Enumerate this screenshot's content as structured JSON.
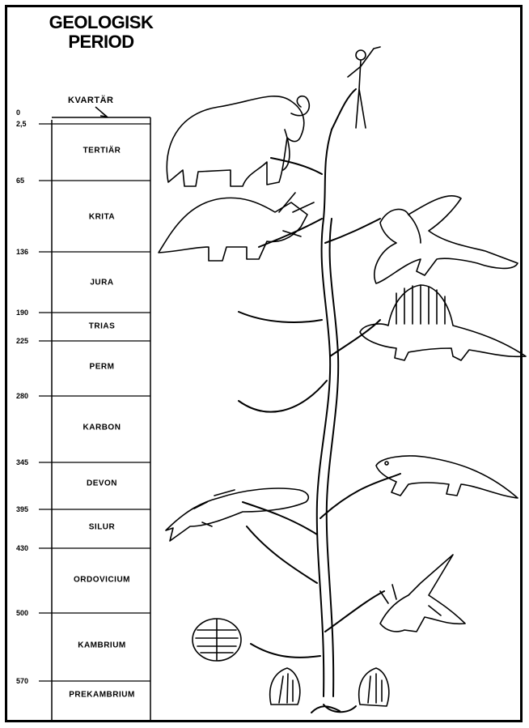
{
  "title": {
    "line1": "GEOLOGISK",
    "line2": "PERIOD"
  },
  "kvartar": "KVARTÄR",
  "ticks": [
    "0",
    "2,5",
    "65",
    "136",
    "190",
    "225",
    "280",
    "345",
    "395",
    "430",
    "500",
    "570"
  ],
  "periods": [
    "TERTIÄR",
    "KRITA",
    "JURA",
    "TRIAS",
    "PERM",
    "KARBON",
    "DEVON",
    "SILUR",
    "ORDOVICIUM",
    "KAMBRIUM",
    "PREKAMBRIUM"
  ],
  "figures": [
    "human-figure",
    "mammoth",
    "triceratops",
    "archaeopteryx",
    "dimetrodon",
    "amphibian",
    "armored-fish",
    "crinoid-arthropod",
    "trilobite",
    "stromatolites"
  ]
}
